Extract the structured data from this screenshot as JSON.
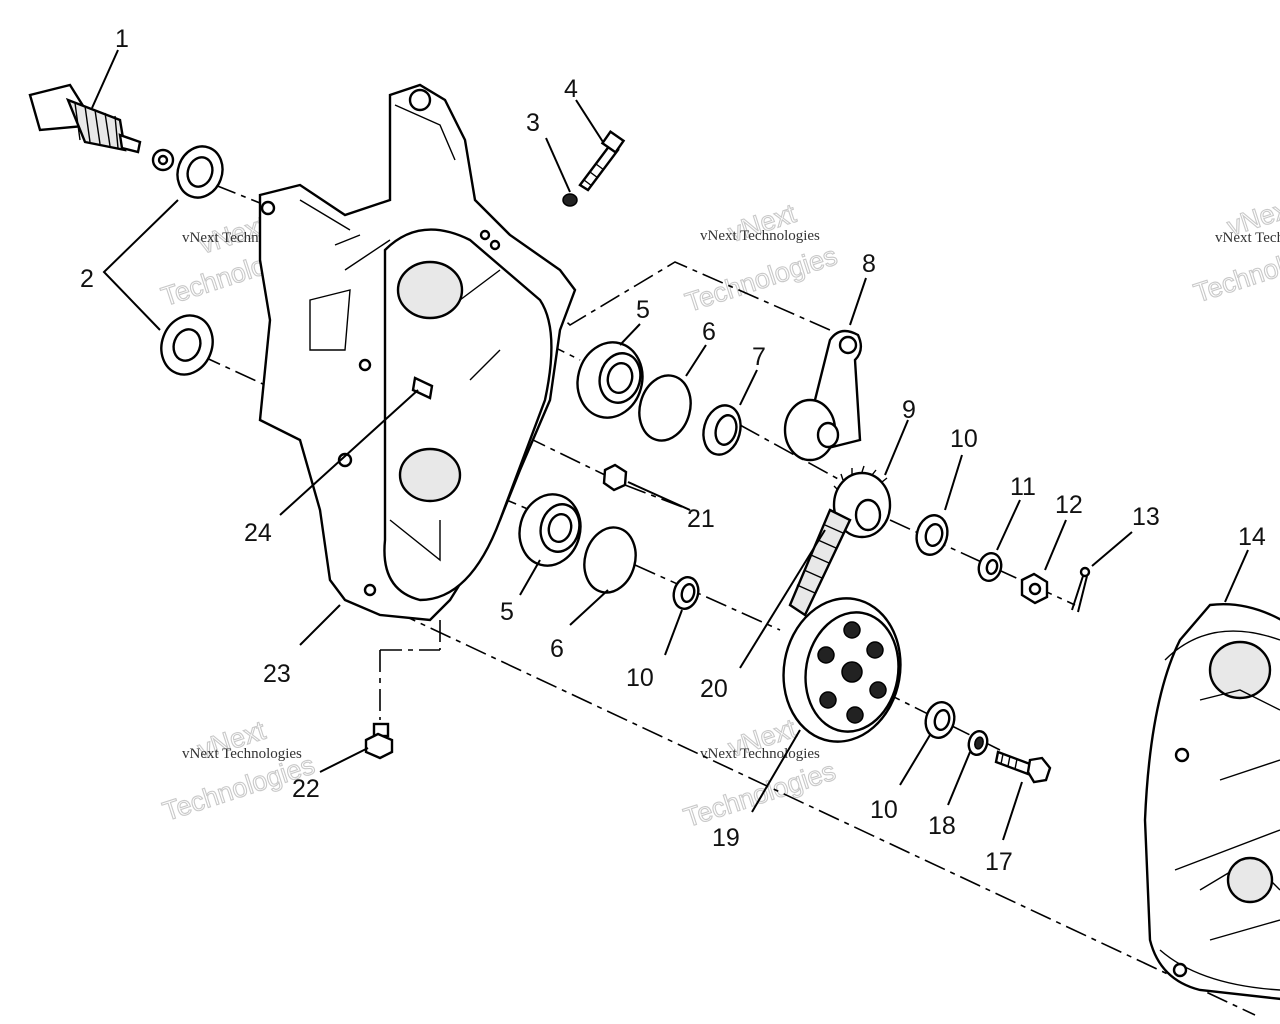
{
  "callouts": [
    {
      "id": "1",
      "text": "1"
    },
    {
      "id": "2",
      "text": "2"
    },
    {
      "id": "3",
      "text": "3"
    },
    {
      "id": "4",
      "text": "4"
    },
    {
      "id": "5a",
      "text": "5"
    },
    {
      "id": "5b",
      "text": "5"
    },
    {
      "id": "6a",
      "text": "6"
    },
    {
      "id": "6b",
      "text": "6"
    },
    {
      "id": "7",
      "text": "7"
    },
    {
      "id": "8",
      "text": "8"
    },
    {
      "id": "9",
      "text": "9"
    },
    {
      "id": "10a",
      "text": "10"
    },
    {
      "id": "10b",
      "text": "10"
    },
    {
      "id": "10c",
      "text": "10"
    },
    {
      "id": "11",
      "text": "11"
    },
    {
      "id": "12",
      "text": "12"
    },
    {
      "id": "13",
      "text": "13"
    },
    {
      "id": "14",
      "text": "14"
    },
    {
      "id": "17",
      "text": "17"
    },
    {
      "id": "18",
      "text": "18"
    },
    {
      "id": "19",
      "text": "19"
    },
    {
      "id": "20",
      "text": "20"
    },
    {
      "id": "21",
      "text": "21"
    },
    {
      "id": "22",
      "text": "22"
    },
    {
      "id": "23",
      "text": "23"
    },
    {
      "id": "24",
      "text": "24"
    }
  ],
  "watermark": {
    "line1": "vNext Technologies",
    "line2": "vNext",
    "line3": "Technologies"
  }
}
